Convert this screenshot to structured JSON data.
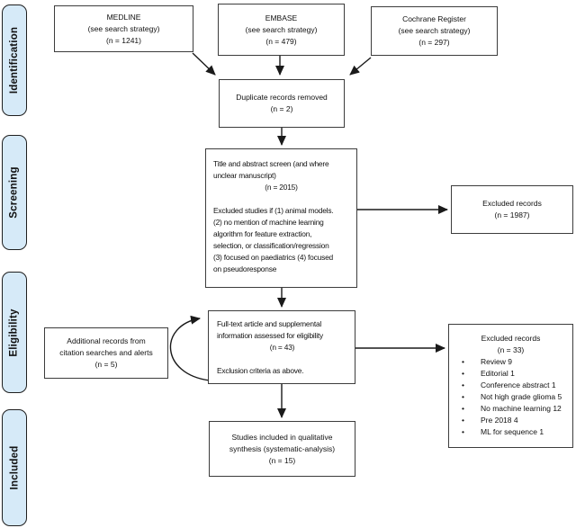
{
  "colors": {
    "stage_fill": "#d6eaf8",
    "stage_border": "#1f1f1f",
    "box_border": "#3c3c3c",
    "arrow": "#1a1a1a"
  },
  "stages": {
    "identification": "Identification",
    "screening": "Screening",
    "eligibility": "Eligibility",
    "included": "Included"
  },
  "boxes": {
    "medline": {
      "l1": "MEDLINE",
      "l2": "(see search strategy)",
      "l3": "(n = 1241)"
    },
    "embase": {
      "l1": "EMBASE",
      "l2": "(see search strategy)",
      "l3": "(n = 479)"
    },
    "cochrane": {
      "l1": "Cochrane Register",
      "l2": "(see search strategy)",
      "l3": "(n = 297)"
    },
    "duplicates": {
      "l1": "Duplicate records removed",
      "l2": "(n = 2)"
    },
    "title_abstract": {
      "l1": "Title and abstract screen (and where",
      "l2": "unclear manuscript)",
      "n": "(n = 2015)",
      "l3": "Excluded studies if (1) animal models.",
      "l4": "(2) no mention of machine learning",
      "l5": "algorithm for feature extraction,",
      "l6": "selection, or classification/regression",
      "l7": "(3) focused on paediatrics (4) focused",
      "l8": "on pseudoresponse"
    },
    "excluded_screening": {
      "l1": "Excluded records",
      "l2": "(n = 1987)"
    },
    "fulltext": {
      "l1": "Full-text article and supplemental",
      "l2": "information assessed for eligibility",
      "n": "(n = 43)",
      "l3": "Exclusion criteria as above."
    },
    "additional": {
      "l1": "Additional records from",
      "l2": "citation searches and alerts",
      "l3": "(n = 5)"
    },
    "excluded_eligibility": {
      "l1": "Excluded records",
      "l2": "(n = 33)",
      "items": [
        "Review 9",
        "Editorial 1",
        "Conference abstract 1",
        "Not high grade glioma 5",
        "No machine learning 12",
        "Pre 2018 4",
        "ML for sequence 1"
      ]
    },
    "included_synthesis": {
      "l1": "Studies included in qualitative",
      "l2": "synthesis (systematic-analysis)",
      "l3": "(n = 15)"
    }
  }
}
